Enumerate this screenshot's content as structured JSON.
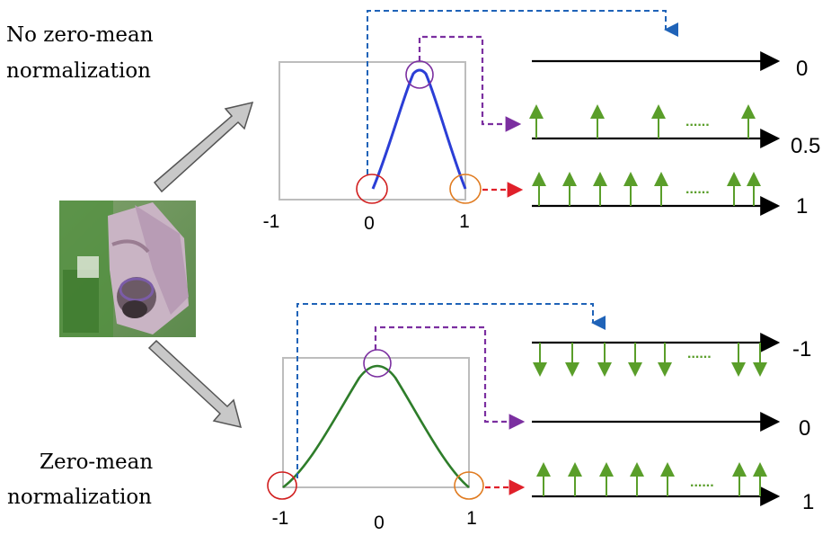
{
  "labels": {
    "top_method_line1": "No zero-mean",
    "top_method_line2": "normalization",
    "bottom_method_line1": "Zero-mean",
    "bottom_method_line2": "normalization"
  },
  "top_panel": {
    "x_ticks": [
      "-1",
      "0",
      "1"
    ],
    "output_values": [
      "0",
      "0.5",
      "1"
    ],
    "ellipsis": "......",
    "curve_color": "#2b3ed6"
  },
  "bottom_panel": {
    "x_ticks": [
      "-1",
      "0",
      "1"
    ],
    "output_values": [
      "-1",
      "0",
      "1"
    ],
    "ellipsis": "......",
    "curve_color": "#2e7d2a"
  },
  "colors": {
    "blue_connector": "#1f63b8",
    "purple_connector": "#7b2fa0",
    "red_connector": "#e0202a",
    "red_circle": "#d11f1f",
    "purple_circle": "#7b2fa0",
    "orange_circle": "#e07b20",
    "spike_green": "#5a9e2a",
    "box_gray": "#bdbdbd",
    "arrow_gray": "#c8c8c8"
  }
}
